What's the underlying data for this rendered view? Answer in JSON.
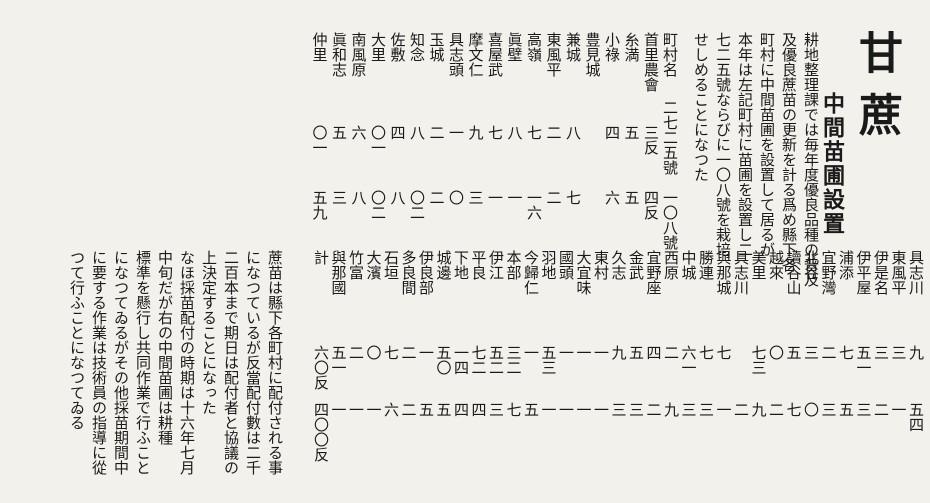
{
  "article": {
    "title": "甘蔗",
    "subtitle": "中間苗圃設置",
    "intro_cols": [
      "耕地整理課では毎年度優良品種の普及",
      "及優良蔗苗の更新を計る爲め縣下各",
      "町村に中間苗圃を設置して居るが",
      "本年は左記町村に苗圃を設置し二",
      "七二五號ならびに一〇八號を栽培",
      "せしめることになつた"
    ],
    "top_header": {
      "place": "町村名",
      "col1": "二七二五號",
      "col2": "一〇八號"
    },
    "top_rows": [
      {
        "place": "首里農會",
        "v1": "三反",
        "v2": "四反"
      },
      {
        "place": "糸満",
        "v1": "五",
        "v2": "五"
      },
      {
        "place": "小祿",
        "v1": "四",
        "v2": "六"
      },
      {
        "place": "豊見城",
        "v1": "",
        "v2": ""
      },
      {
        "place": "兼城",
        "v1": "八",
        "v2": "七"
      },
      {
        "place": "東風平",
        "v1": "二",
        "v2": "二"
      },
      {
        "place": "高嶺",
        "v1": "七",
        "v2": "一六"
      },
      {
        "place": "眞壁",
        "v1": "八",
        "v2": "一"
      },
      {
        "place": "喜屋武",
        "v1": "七",
        "v2": "一"
      },
      {
        "place": "摩文仁",
        "v1": "九",
        "v2": "三"
      },
      {
        "place": "具志頭",
        "v1": "一",
        "v2": "〇"
      },
      {
        "place": "玉城",
        "v1": "二",
        "v2": "二"
      },
      {
        "place": "知念",
        "v1": "八",
        "v2": "〇二"
      },
      {
        "place": "佐敷",
        "v1": "四",
        "v2": "八"
      },
      {
        "place": "大里",
        "v1": "〇一",
        "v2": "〇二"
      },
      {
        "place": "南風原",
        "v1": "六",
        "v2": "八"
      },
      {
        "place": "眞和志",
        "v1": "五",
        "v2": "三"
      },
      {
        "place": "仲里",
        "v1": "〇一",
        "v2": "五九"
      }
    ],
    "bottom_rows": [
      {
        "place": "具志川",
        "v1": "九",
        "v2": "五四"
      },
      {
        "place": "東風平",
        "v1": "三",
        "v2": "一"
      },
      {
        "place": "伊是名",
        "v1": "三",
        "v2": "二"
      },
      {
        "place": "伊平屋",
        "v1": "五一",
        "v2": "三"
      },
      {
        "place": "浦添",
        "v1": "七",
        "v2": "五"
      },
      {
        "place": "宜野灣",
        "v1": "二",
        "v2": "三"
      },
      {
        "place": "北谷",
        "v1": "三",
        "v2": "〇"
      },
      {
        "place": "讀谷山",
        "v1": "五",
        "v2": "七"
      },
      {
        "place": "越來",
        "v1": "〇",
        "v2": "二"
      },
      {
        "place": "美里",
        "v1": "七三",
        "v2": "九"
      },
      {
        "place": "具志川",
        "v1": "",
        "v2": "二"
      },
      {
        "place": "與那城",
        "v1": "七",
        "v2": "一"
      },
      {
        "place": "勝連",
        "v1": "七",
        "v2": "三"
      },
      {
        "place": "中城",
        "v1": "六一",
        "v2": "三"
      },
      {
        "place": "西原",
        "v1": "二",
        "v2": "九"
      },
      {
        "place": "宜野座",
        "v1": "四",
        "v2": "二"
      },
      {
        "place": "金武",
        "v1": "五",
        "v2": "三"
      },
      {
        "place": "久志",
        "v1": "九",
        "v2": "三"
      },
      {
        "place": "東村",
        "v1": "一",
        "v2": "一"
      },
      {
        "place": "大宜味",
        "v1": "一",
        "v2": "一"
      },
      {
        "place": "國頭",
        "v1": "一",
        "v2": "一"
      },
      {
        "place": "羽地",
        "v1": "五三",
        "v2": "一"
      },
      {
        "place": "今歸仁",
        "v1": "一",
        "v2": "五"
      },
      {
        "place": "本部",
        "v1": "三二",
        "v2": "七"
      },
      {
        "place": "伊江",
        "v1": "五二",
        "v2": "三"
      },
      {
        "place": "平良",
        "v1": "七二",
        "v2": "四"
      },
      {
        "place": "下地",
        "v1": "一四",
        "v2": "四"
      },
      {
        "place": "城邊",
        "v1": "五〇",
        "v2": "五"
      },
      {
        "place": "伊良部",
        "v1": "一",
        "v2": "五"
      },
      {
        "place": "多良間",
        "v1": "二",
        "v2": "二"
      },
      {
        "place": "石垣",
        "v1": "七",
        "v2": "六"
      },
      {
        "place": "大濱",
        "v1": "〇",
        "v2": "一"
      },
      {
        "place": "竹富",
        "v1": "二",
        "v2": "一"
      },
      {
        "place": "與那國",
        "v1": "五一",
        "v2": "一"
      },
      {
        "place": "計",
        "v1": "六〇反",
        "v2": "四〇〇反"
      }
    ],
    "closing_cols": [
      "蔗苗は縣下各町村に配付される事",
      "になつているが反當配付數は二千",
      "二百本まで期日は配付者と協議の",
      "上決定することになった",
      "なほ採苗配付の時期は十六年七月",
      "中旬だが右の中間苗圃は耕種",
      "標準を懸行し共同作業で行ふこと",
      "になつてゐるがその他採苗期間中",
      "に要する作業は技術員の指導に從",
      "つて行ふことになつてゐる"
    ]
  }
}
